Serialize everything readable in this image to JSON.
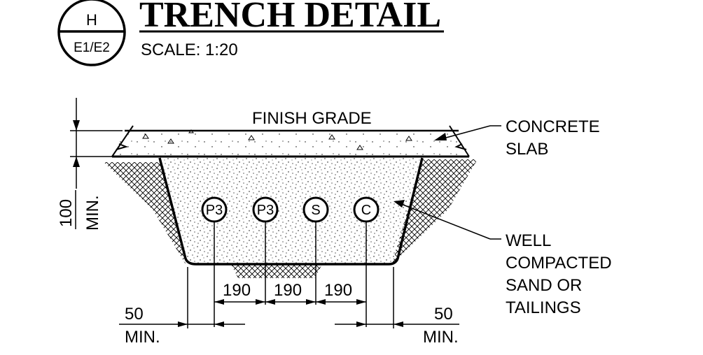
{
  "title": {
    "text": "TRENCH DETAIL",
    "scale": "SCALE: 1:20",
    "ref_top": "H",
    "ref_bottom": "E1/E2"
  },
  "labels": {
    "finish_grade": "FINISH GRADE",
    "concrete_1": "CONCRETE",
    "concrete_2": "SLAB",
    "sand_1": "WELL",
    "sand_2": "COMPACTED",
    "sand_3": "SAND OR",
    "sand_4": "TAILINGS"
  },
  "conduits": [
    "P3",
    "P3",
    "S",
    "C"
  ],
  "dimensions": {
    "depth_value": "100",
    "depth_min": "MIN.",
    "spacing": [
      "190",
      "190",
      "190"
    ],
    "left_value": "50",
    "left_min": "MIN.",
    "right_value": "50",
    "right_min": "MIN."
  }
}
